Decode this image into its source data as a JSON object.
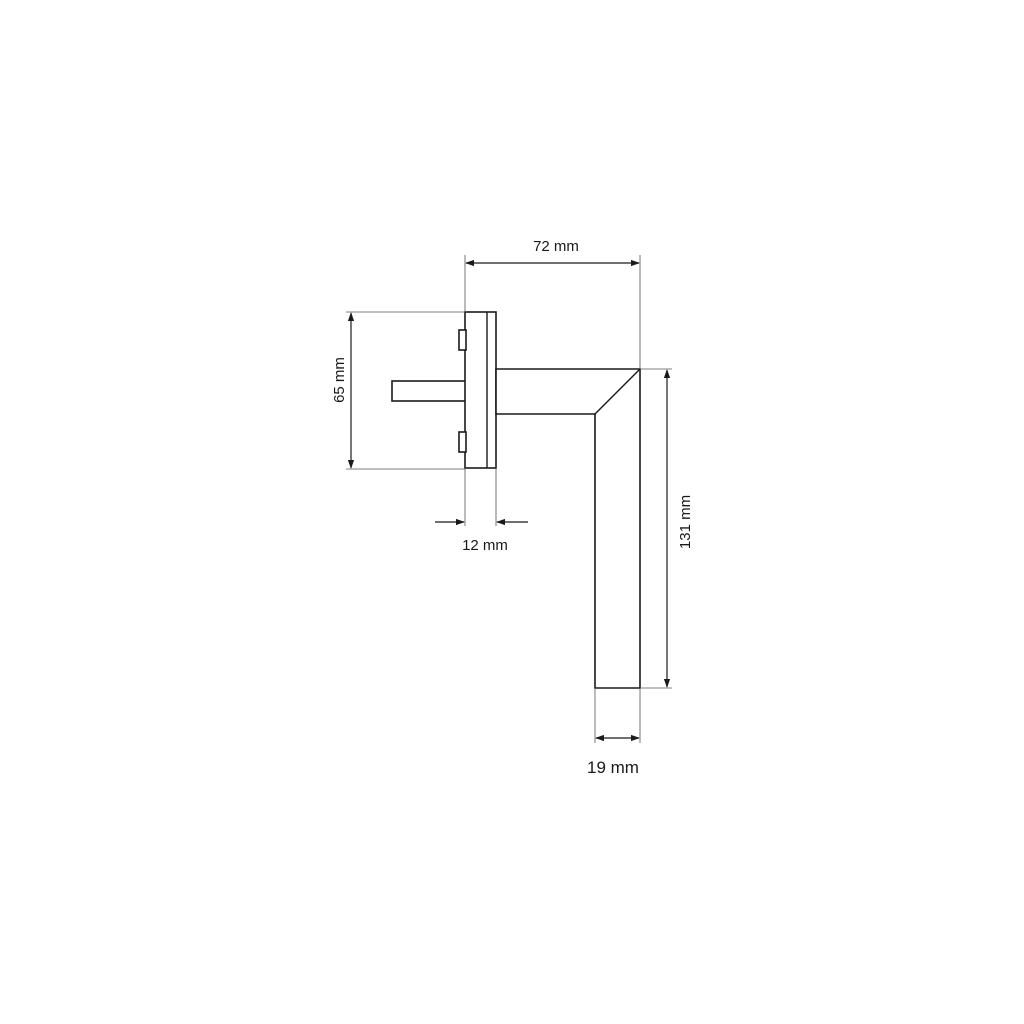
{
  "dimensions": {
    "total_depth": "72 mm",
    "rosette_height": "65 mm",
    "rosette_thickness": "12 mm",
    "handle_length": "131 mm",
    "grip_width": "19 mm"
  }
}
